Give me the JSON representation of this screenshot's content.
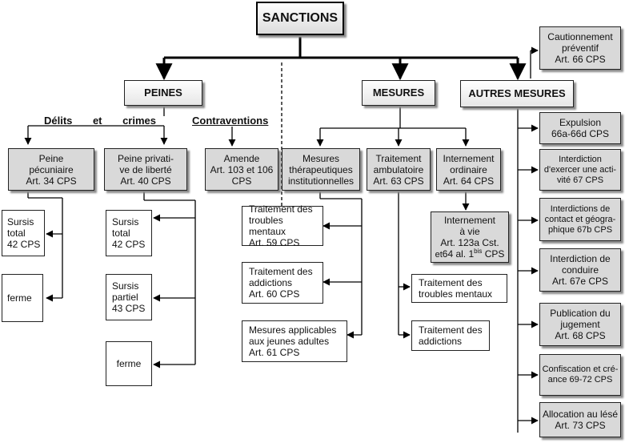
{
  "title": "SANCTIONS",
  "headers": {
    "peines": "PEINES",
    "mesures": "MESURES",
    "autres": "AUTRES MESURES"
  },
  "labels": {
    "delits_words": [
      "Délits",
      "et",
      "crimes"
    ],
    "contraventions": "Contraventions"
  },
  "peines": {
    "pecuniaire": [
      "Peine",
      "pécuniaire",
      "Art. 34 CPS"
    ],
    "privative": [
      "Peine privati-",
      "ve de liberté",
      "Art. 40 CPS"
    ],
    "amende": [
      "Amende",
      "Art. 103 et 106",
      "CPS"
    ],
    "sursis_total_1": [
      "Sursis",
      "total",
      "42 CPS"
    ],
    "ferme_1": "ferme",
    "sursis_total_2": [
      "Sursis",
      "total",
      "42 CPS"
    ],
    "sursis_partiel": [
      "Sursis",
      "partiel",
      "43 CPS"
    ],
    "ferme_2": "ferme"
  },
  "mesures": {
    "therapeutiques": [
      "Mesures",
      "thérapeutiques",
      "institutionnelles"
    ],
    "ambulatoire": [
      "Traitement",
      "ambulatoire",
      "Art. 63 CPS"
    ],
    "internement": [
      "Internement",
      "ordinaire",
      "Art. 64 CPS"
    ],
    "internement_vie": [
      "Internement",
      "à vie",
      "Art. 123a Cst.",
      "et",
      "64 al. 1",
      "bis",
      " CPS"
    ],
    "troubles_mentaux_59": [
      "Traitement des",
      "troubles mentaux",
      "Art. 59 CPS"
    ],
    "addictions_60": [
      "Traitement des",
      "addictions",
      "Art. 60 CPS"
    ],
    "jeunes_61": [
      "Mesures applicables",
      "aux jeunes adultes",
      "Art. 61 CPS"
    ],
    "troubles_mentaux_amb": [
      "Traitement des",
      "troubles mentaux"
    ],
    "addictions_amb": [
      "Traitement des",
      "addictions"
    ]
  },
  "autres": {
    "cautionnement": [
      "Cautionnement",
      "préventif",
      "Art. 66 CPS"
    ],
    "expulsion": [
      "Expulsion",
      "66a-66d CPS"
    ],
    "interdiction_exercer": [
      "Interdiction",
      "d'exercer une acti-",
      "vité  67 CPS"
    ],
    "interdictions_contact": [
      "Interdictions de",
      "contact et géogra-",
      "phique 67b CPS"
    ],
    "interdiction_conduire": [
      "Interdiction de",
      "conduire",
      "Art. 67e CPS"
    ],
    "publication": [
      "Publication du",
      "jugement",
      "Art. 68 CPS"
    ],
    "confiscation": [
      "Confiscation et cré-",
      "ance  69-72 CPS"
    ],
    "allocation": [
      "Allocation au lésé",
      "Art. 73 CPS"
    ]
  }
}
